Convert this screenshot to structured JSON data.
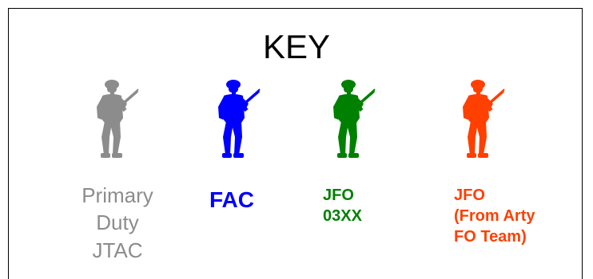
{
  "key": {
    "title": "KEY",
    "items": [
      {
        "label": "Primary\nDuty\nJTAC",
        "color": "#8c8c8c",
        "icon": "soldier-icon"
      },
      {
        "label": "FAC",
        "color": "#0000ff",
        "icon": "soldier-icon"
      },
      {
        "label": "JFO\n03XX",
        "color": "#008000",
        "icon": "soldier-icon"
      },
      {
        "label": "JFO\n(From Arty\nFO Team)",
        "color": "#ff4000",
        "icon": "soldier-icon"
      }
    ]
  }
}
